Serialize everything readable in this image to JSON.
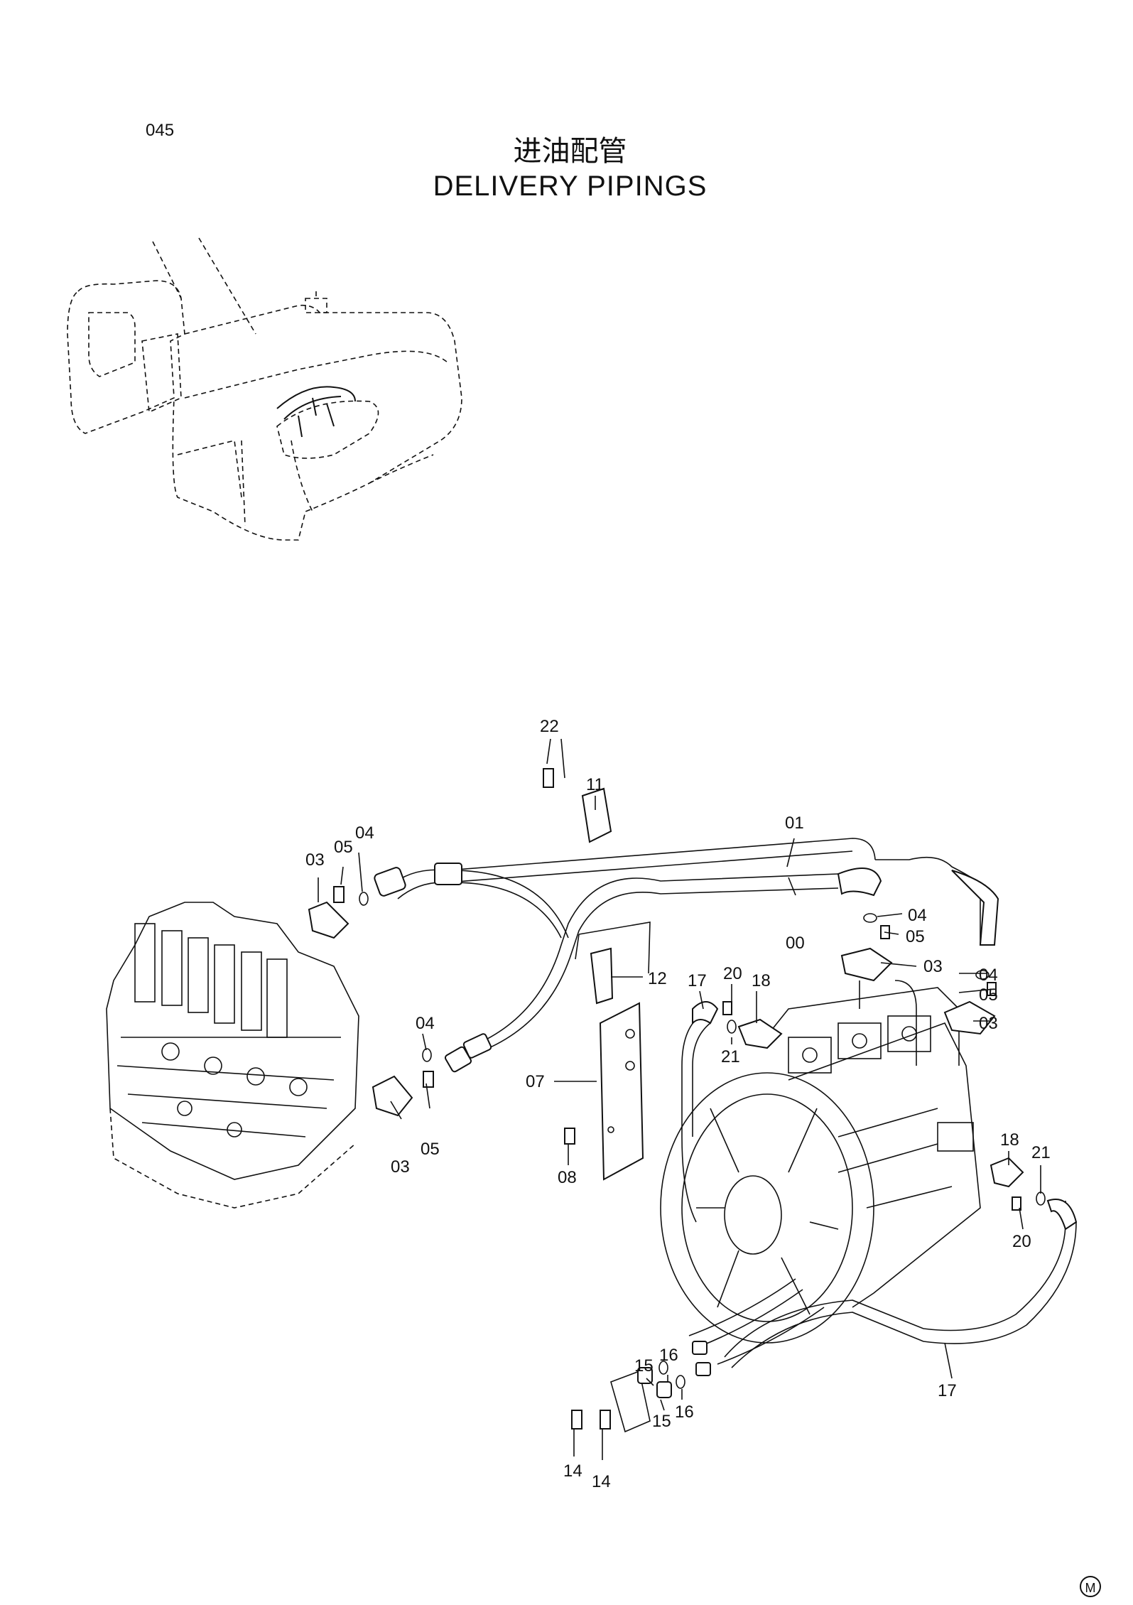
{
  "header": {
    "page_number": "045",
    "title_cn": "进油配管",
    "title_en": "DELIVERY PIPINGS"
  },
  "callouts": [
    "22",
    "11",
    "01",
    "00",
    "03",
    "05",
    "04",
    "04",
    "05",
    "03",
    "03",
    "05",
    "04",
    "04",
    "05",
    "03",
    "17",
    "20",
    "18",
    "12",
    "21",
    "07",
    "08",
    "18",
    "21",
    "20",
    "15",
    "16",
    "15",
    "16",
    "14",
    "14",
    "17"
  ],
  "footer": {
    "mark": "M"
  }
}
